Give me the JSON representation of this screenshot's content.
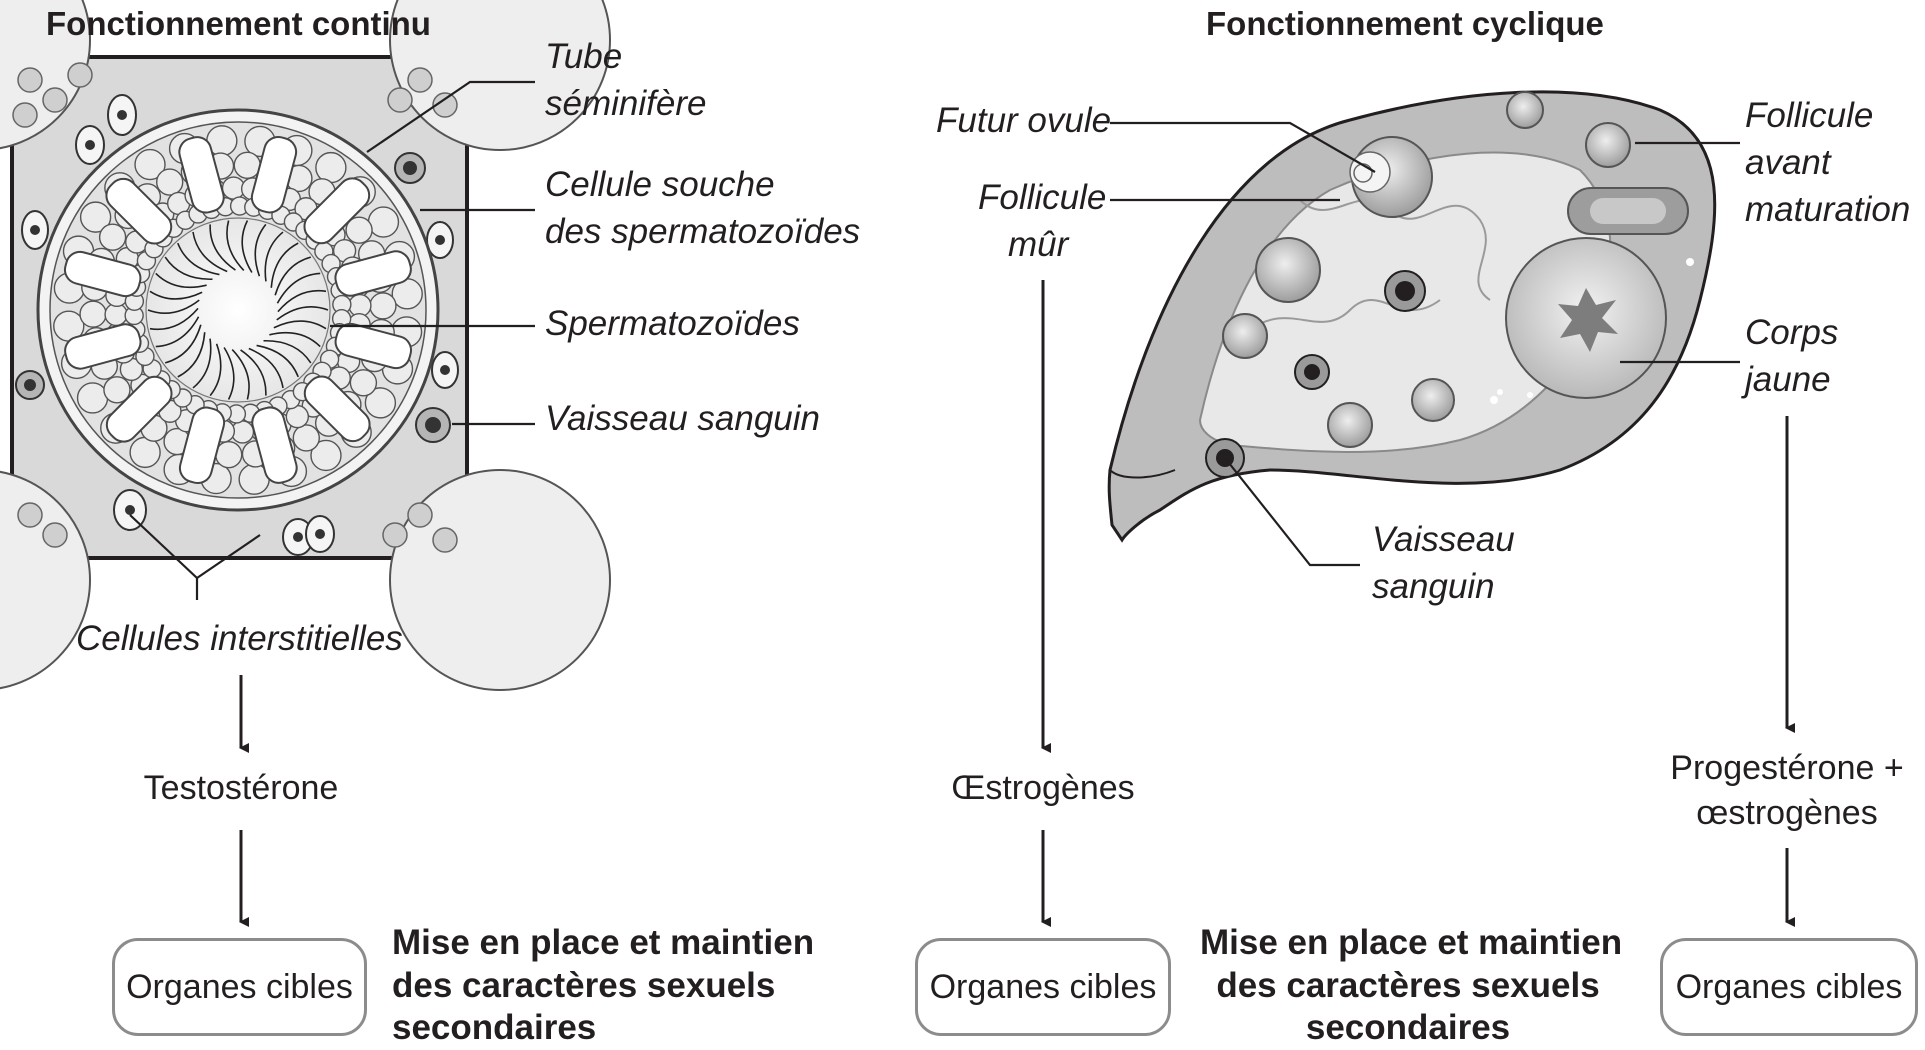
{
  "left_panel": {
    "title": "Fonctionnement continu",
    "labels": {
      "tube_line1": "Tube",
      "tube_line2": "séminifère",
      "stem_line1": "Cellule souche",
      "stem_line2": "des spermatozoïdes",
      "sperm": "Spermatozoïdes",
      "vessel": "Vaisseau sanguin",
      "interstitial": "Cellules interstitielles"
    },
    "hormone": "Testostérone",
    "target": "Organes cibles",
    "effect_line1": "Mise en place et maintien",
    "effect_line2": "des caractères sexuels",
    "effect_line3": "secondaires"
  },
  "right_panel": {
    "title": "Fonctionnement cyclique",
    "labels": {
      "ovule": "Futur ovule",
      "follicle_mature_line1": "Follicule",
      "follicle_mature_line2": "mûr",
      "follicle_pre_line1": "Follicule",
      "follicle_pre_line2": "avant",
      "follicle_pre_line3": "maturation",
      "corpus_line1": "Corps",
      "corpus_line2": "jaune",
      "vessel_line1": "Vaisseau",
      "vessel_line2": "sanguin"
    },
    "hormone_left": "Œstrogènes",
    "hormone_right_line1": "Progestérone +",
    "hormone_right_line2": "œstrogènes",
    "target_left": "Organes cibles",
    "target_right": "Organes cibles",
    "effect_line1": "Mise en place et maintien",
    "effect_line2": "des caractères sexuels",
    "effect_line3": "secondaires"
  }
}
